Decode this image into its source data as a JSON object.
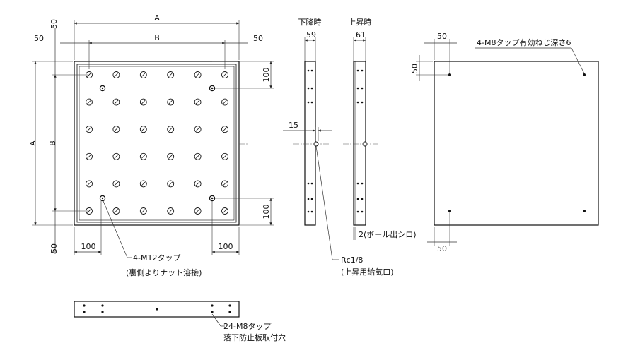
{
  "dimensions": {
    "A": "A",
    "B": "B",
    "d50": "50",
    "d100": "100",
    "d59": "59",
    "d61": "61",
    "d15": "15",
    "d2": "2(ボール出シロ)"
  },
  "views": {
    "lowered": "下降時",
    "raised": "上昇時"
  },
  "callouts": {
    "m12_tap": "4-M12タップ",
    "m12_note": "(裏側よりナット溶接)",
    "rc": "Rc1/8",
    "rc_note": "(上昇用給気口)",
    "m8_tap": "4-M8タップ有効ねじ深さ6",
    "m8_24": "24-M8タップ",
    "m8_24_note": "落下防止板取付穴"
  }
}
